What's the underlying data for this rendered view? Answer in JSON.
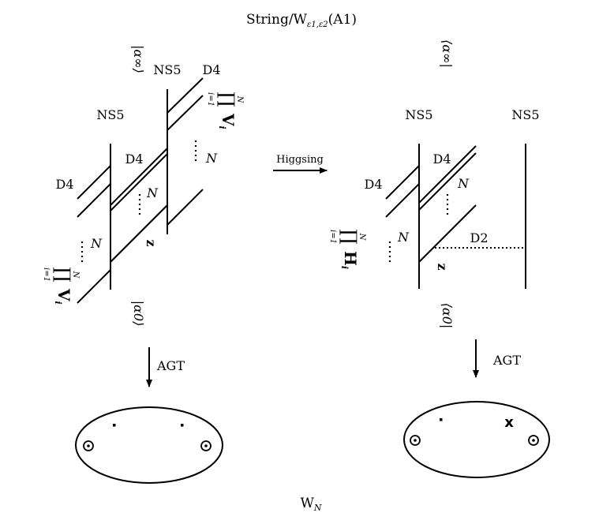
{
  "title": {
    "main": "String/W",
    "sub": "ε1,ε2",
    "arg": "(A1)"
  },
  "footer": {
    "main": "W",
    "sub": "N"
  },
  "left": {
    "ns5_top": "NS5",
    "ns5_left": "NS5",
    "d4_top": "D4",
    "d4_mid": "D4",
    "d4_left": "D4",
    "n_top": "N",
    "n_mid": "N",
    "n_low": "N",
    "ket_top": "|α∞⟩",
    "ket_bottom": "|α0⟩",
    "z_label": "z",
    "prod_top": {
      "sym": "∏",
      "up": "N",
      "down": "i=1",
      "v": "V",
      "sub": "i"
    },
    "prod_bottom": {
      "sym": "∏",
      "up": "N",
      "down": "i=1",
      "v": "V",
      "sub": "i"
    }
  },
  "right": {
    "ns5_a": "NS5",
    "ns5_b": "NS5",
    "d4_top": "D4",
    "d4_left": "D4",
    "d2": "D2",
    "n_top": "N",
    "n_low": "N",
    "ket_top": "⟨α∞|",
    "ket_bottom": "⟨α0|",
    "z_label": "z",
    "prod": {
      "sym": "∏",
      "up": "N",
      "down": "i=1",
      "h": "H",
      "sub": "i"
    }
  },
  "higgsing_label": "Higgsing",
  "agt_left": "AGT",
  "agt_right": "AGT",
  "surface_right_mark": "x"
}
